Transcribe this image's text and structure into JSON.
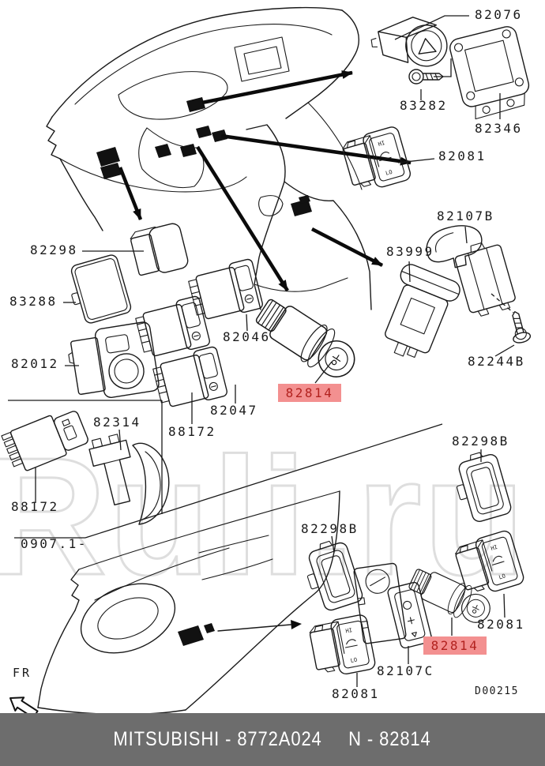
{
  "callouts": {
    "c82076": {
      "text": "82076"
    },
    "c83282": {
      "text": "83282"
    },
    "c82346": {
      "text": "82346"
    },
    "c82081_top": {
      "text": "82081"
    },
    "c82107B": {
      "text": "82107B"
    },
    "c83999": {
      "text": "83999"
    },
    "c82244B": {
      "text": "82244B"
    },
    "c82298": {
      "text": "82298"
    },
    "c83288": {
      "text": "83288"
    },
    "c82012": {
      "text": "82012"
    },
    "c82046": {
      "text": "82046"
    },
    "c82047": {
      "text": "82047"
    },
    "c88172_mid": {
      "text": "88172"
    },
    "c82814_main": {
      "text": "82814",
      "highlighted": true
    },
    "c82314": {
      "text": "82314"
    },
    "c88172_left": {
      "text": "88172"
    },
    "c82298B_top": {
      "text": "82298B"
    },
    "c82298B_left": {
      "text": "82298B"
    },
    "c82081_right": {
      "text": "82081"
    },
    "c82814_lower": {
      "text": "82814",
      "highlighted": true
    },
    "c82107C": {
      "text": "82107C"
    },
    "c82081_bottom": {
      "text": "82081"
    }
  },
  "annotations": {
    "date_code": "0907.1-",
    "drawing_number": "D00215",
    "fr_marker": "FR",
    "watermark": "Ruli.ru"
  },
  "switch_face": {
    "hi": "HI",
    "lo": "LO"
  },
  "highlight": {
    "background": "#f39090",
    "text_color": "#b2221f"
  },
  "footer": {
    "left": "MITSUBISHI - 8772A024",
    "right": "N - 82814",
    "background": "#6d6d6d",
    "text_color": "#ffffff"
  }
}
